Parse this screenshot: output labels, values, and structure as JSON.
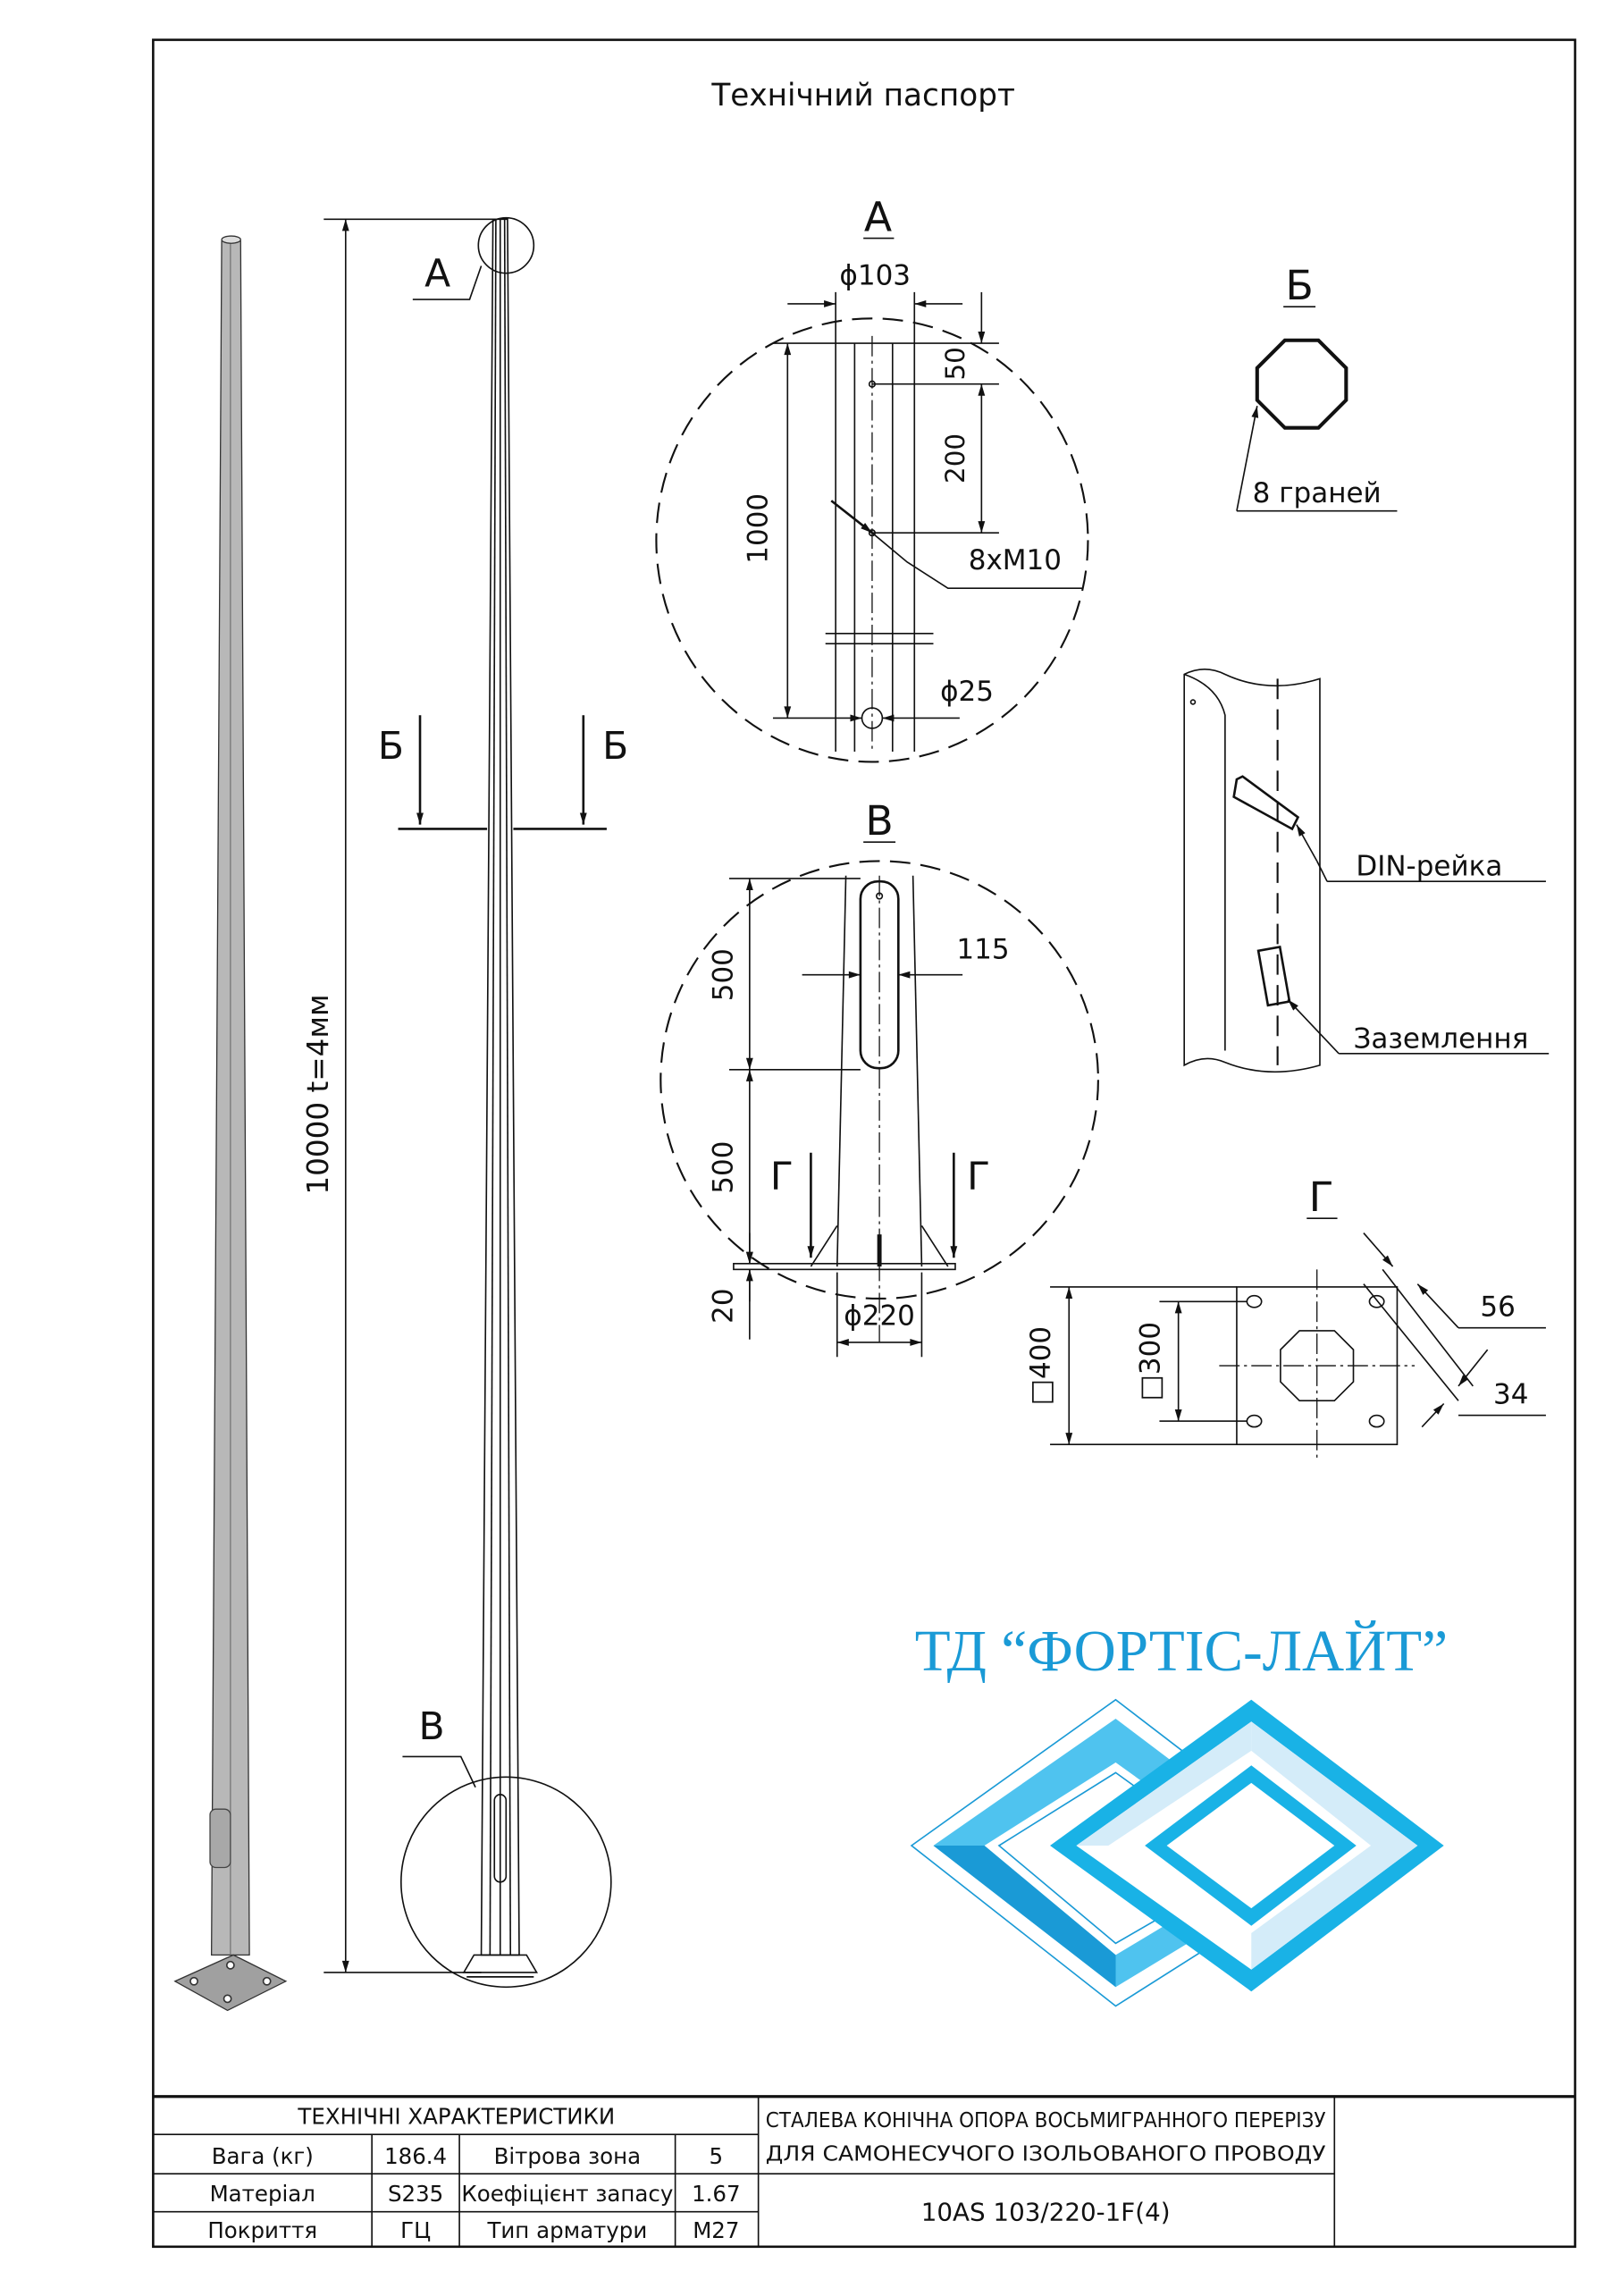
{
  "header": {
    "title": "Технічний паспорт"
  },
  "main_view": {
    "dimension_height": "10000 t=4мм",
    "callout_a": "А",
    "callout_b": "Б",
    "callout_v": "В"
  },
  "detail_a": {
    "title": "А",
    "diameter_top": "ϕ103",
    "dim_50": "50",
    "dim_200": "200",
    "dim_1000": "1000",
    "holes": "8xM10",
    "diameter_hole": "ϕ25"
  },
  "detail_b": {
    "title": "Б",
    "faces": "8 граней"
  },
  "detail_din": {
    "din_rail": "DIN-рейка",
    "grounding": "Заземлення"
  },
  "detail_v": {
    "title": "В",
    "dim_500_top": "500",
    "dim_500_bottom": "500",
    "dim_20": "20",
    "dim_115": "115",
    "diameter_base": "ϕ220",
    "section_g": "Г"
  },
  "detail_g": {
    "title": "Г",
    "plate": "□400",
    "bolt_spacing": "□300",
    "dim_56": "56",
    "dim_34": "34"
  },
  "logo": {
    "text": "ТД “ФОРТІС-ЛАЙТ”",
    "colors": {
      "primary": "#1a9ad6",
      "light": "#4fc3ef",
      "pale": "#d4ecf9"
    }
  },
  "specs": {
    "title": "ТЕХНІЧНІ ХАРАКТЕРИСТИКИ",
    "rows": [
      {
        "label": "Вага (кг)",
        "value": "186.4",
        "label2": "Вітрова зона",
        "value2": "5"
      },
      {
        "label": "Матеріал",
        "value": "S235",
        "label2": "Коефіцієнт запасу",
        "value2": "1.67"
      },
      {
        "label": "Покриття",
        "value": "ГЦ",
        "label2": "Тип арматури",
        "value2": "M27"
      }
    ],
    "description_line1": "СТАЛЕВА КОНІЧНА ОПОРА ВОСЬМИГРАННОГО ПЕРЕРІЗУ",
    "description_line2": "ДЛЯ САМОНЕСУЧОГО ІЗОЛЬОВАНОГО ПРОВОДУ",
    "model": "10AS 103/220-1F(4)"
  }
}
